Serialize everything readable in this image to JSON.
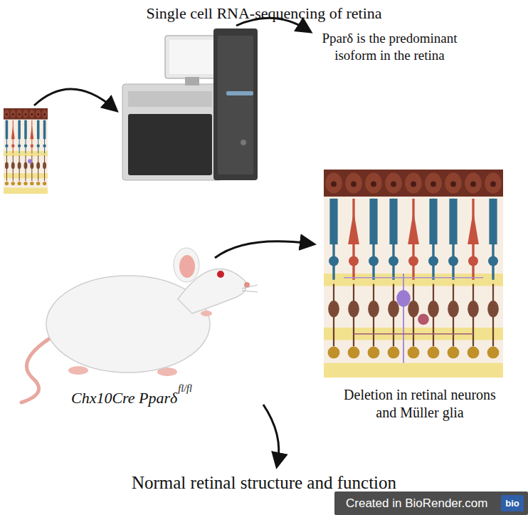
{
  "diagram": {
    "title": "Single cell RNA-sequencing of retina",
    "nodes": [
      {
        "text": [
          "Created in BioRender.com"
        ]
      },
      {
        "text": [
          "bio"
        ],
        "in": 0
      }
    ],
    "labels": [
      "Pparδ is the predominant isoform in the retina",
      "Chx10Cre Pparδ",
      "fl/fl",
      "Deletion in retinal neurons and Müller glia",
      "Normal retinal structure and function"
    ]
  }
}
